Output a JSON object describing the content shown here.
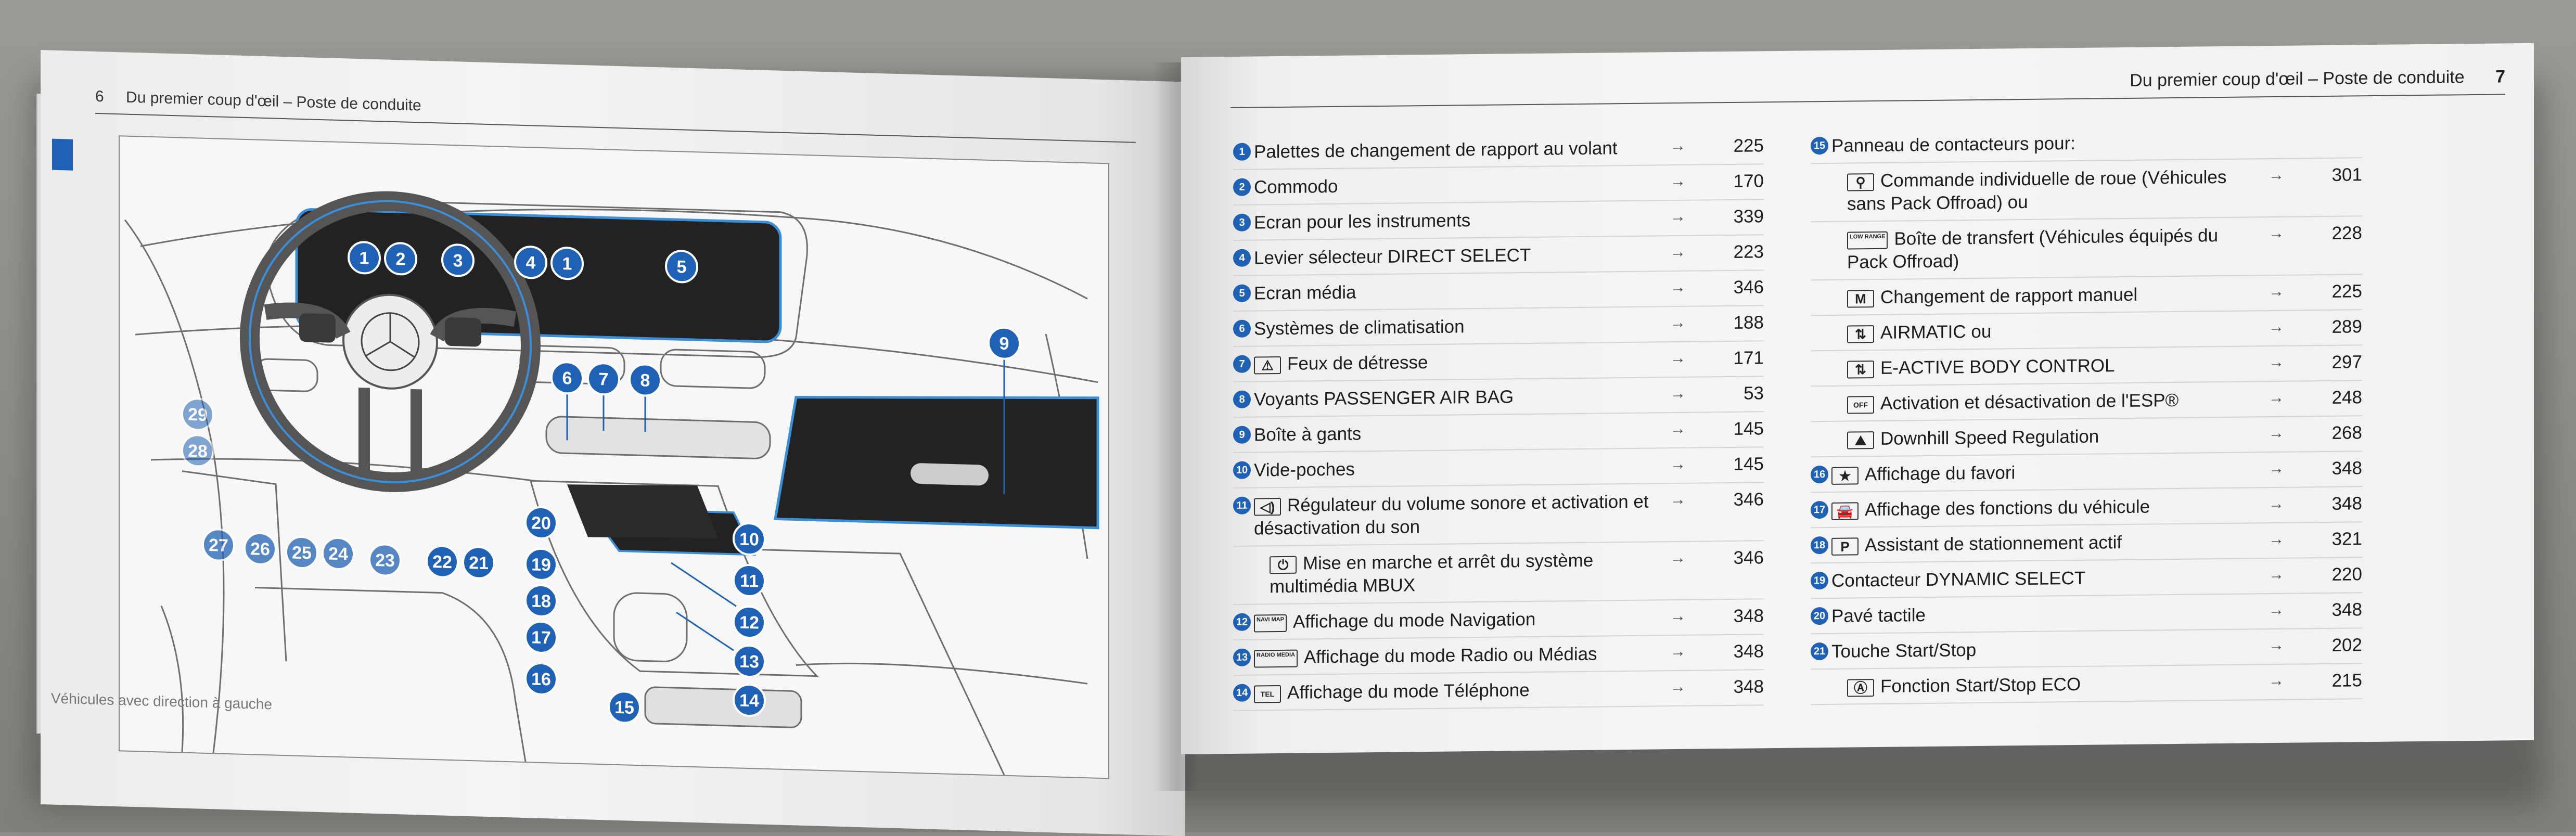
{
  "left_page": {
    "page_number": "6",
    "running_head": "Du premier coup d'œil – Poste de conduite",
    "caption": "Véhicules avec direction à gauche",
    "callouts": [
      "1",
      "2",
      "3",
      "4",
      "1",
      "5",
      "6",
      "7",
      "8",
      "9",
      "10",
      "11",
      "12",
      "13",
      "14",
      "15",
      "16",
      "17",
      "18",
      "19",
      "20",
      "21",
      "22",
      "23",
      "24",
      "25",
      "26",
      "27",
      "28",
      "29"
    ]
  },
  "right_page": {
    "page_number": "7",
    "running_head": "Du premier coup d'œil – Poste de conduite",
    "arrow": "→",
    "col_a": [
      {
        "num": "1",
        "label": "Palettes de changement de rapport au volant",
        "page": "225"
      },
      {
        "num": "2",
        "label": "Commodo",
        "page": "170"
      },
      {
        "num": "3",
        "label": "Ecran pour les instruments",
        "page": "339"
      },
      {
        "num": "4",
        "label": "Levier sélecteur DIRECT SELECT",
        "page": "223"
      },
      {
        "num": "5",
        "label": "Ecran média",
        "page": "346"
      },
      {
        "num": "6",
        "label": "Systèmes de climatisation",
        "page": "188"
      },
      {
        "num": "7",
        "icon": "⚠",
        "label": "Feux de détresse",
        "page": "171"
      },
      {
        "num": "8",
        "label": "Voyants PASSENGER AIR BAG",
        "page": "53"
      },
      {
        "num": "9",
        "label": "Boîte à gants",
        "page": "145"
      },
      {
        "num": "10",
        "label": "Vide-poches",
        "page": "145"
      },
      {
        "num": "11",
        "icon": "◁)",
        "label": "Régulateur du volume sonore et activation et désactivation du son",
        "page": "346"
      },
      {
        "num": "",
        "icon": "⏻",
        "label": "Mise en marche et arrêt du système multimédia MBUX",
        "page": "346"
      },
      {
        "num": "12",
        "icon": "NAVI MAP",
        "label": "Affichage du mode Navigation",
        "page": "348"
      },
      {
        "num": "13",
        "icon": "RADIO MEDIA",
        "label": "Affichage du mode Radio ou Médias",
        "page": "348"
      },
      {
        "num": "14",
        "icon": "TEL",
        "label": "Affichage du mode Téléphone",
        "page": "348"
      }
    ],
    "col_b": [
      {
        "num": "15",
        "label": "Panneau de contacteurs pour:",
        "page": ""
      },
      {
        "num": "",
        "icon": "⚲",
        "label": "Commande individuelle de roue (Véhicules sans Pack Offroad) ou",
        "page": "301"
      },
      {
        "num": "",
        "icon": "LOW RANGE",
        "label": "Boîte de transfert (Véhicules équipés du Pack Offroad)",
        "page": "228"
      },
      {
        "num": "",
        "icon": "M",
        "label": "Changement de rapport manuel",
        "page": "225"
      },
      {
        "num": "",
        "icon": "⇅",
        "label": "AIRMATIC ou",
        "page": "289"
      },
      {
        "num": "",
        "icon": "⇅",
        "label": "E-ACTIVE BODY CONTROL",
        "page": "297"
      },
      {
        "num": "",
        "icon": "OFF",
        "label": "Activation et désactivation de l'ESP®",
        "page": "248"
      },
      {
        "num": "",
        "icon": "⛰",
        "label": "Downhill Speed Regulation",
        "page": "268"
      },
      {
        "num": "16",
        "icon": "★",
        "label": "Affichage du favori",
        "page": "348"
      },
      {
        "num": "17",
        "icon": "🚘",
        "label": "Affichage des fonctions du véhicule",
        "page": "348"
      },
      {
        "num": "18",
        "icon": "P",
        "label": "Assistant de stationnement actif",
        "page": "321"
      },
      {
        "num": "19",
        "label": "Contacteur DYNAMIC SELECT",
        "page": "220"
      },
      {
        "num": "20",
        "label": "Pavé tactile",
        "page": "348"
      },
      {
        "num": "21",
        "label": "Touche Start/Stop",
        "page": "202"
      },
      {
        "num": "",
        "icon": "Ⓐ",
        "label": "Fonction Start/Stop ECO",
        "page": "215"
      }
    ]
  },
  "colors": {
    "callout_blue": "#1f62b5",
    "ink": "#1d1d1d",
    "paper": "#f3f3f3"
  }
}
